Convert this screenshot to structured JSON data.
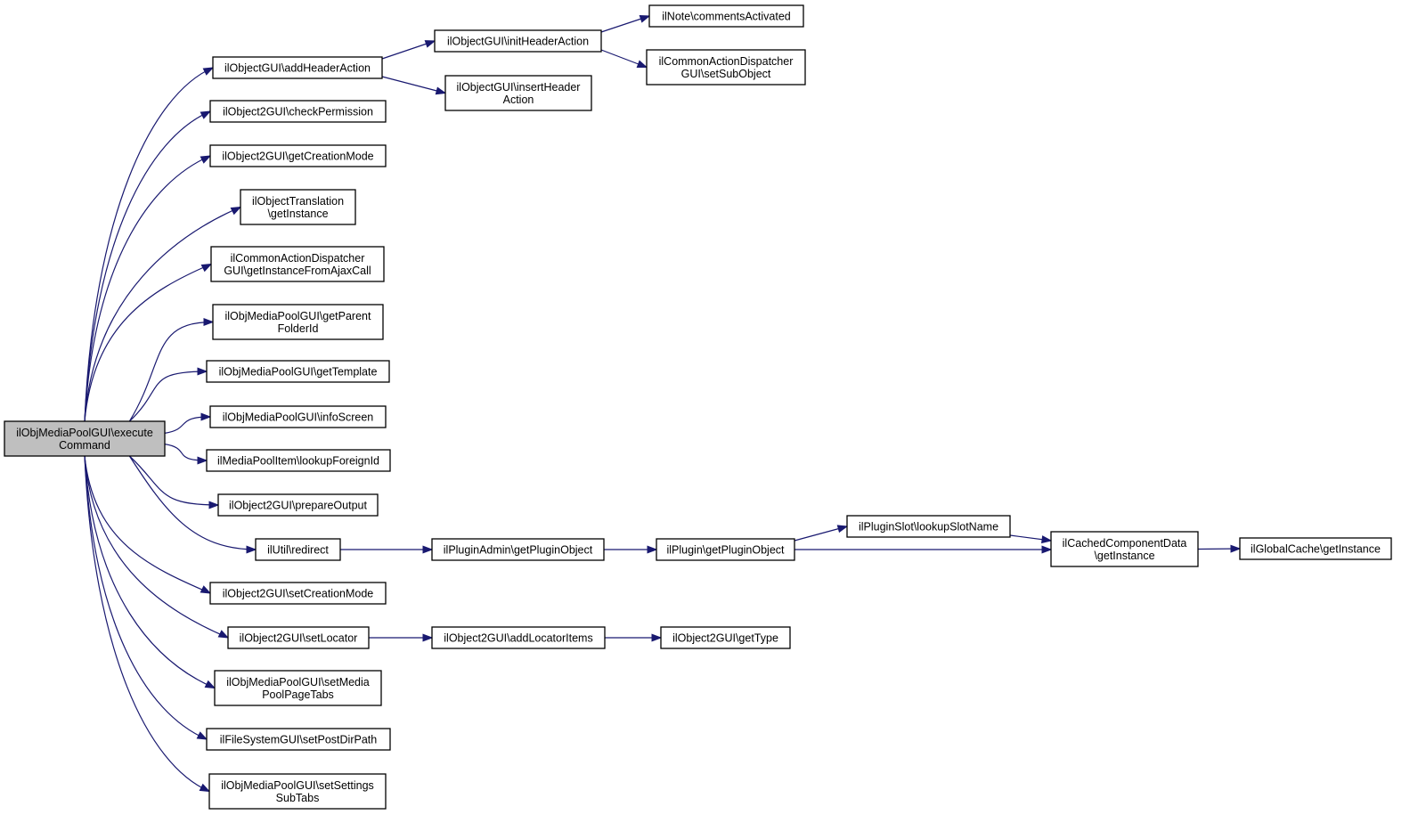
{
  "colors": {
    "edge": "#191970",
    "root_fill": "#bfbfbf",
    "node_fill": "#ffffff",
    "border": "#000000"
  },
  "nodes": [
    {
      "id": "root",
      "lines": [
        "ilObjMediaPoolGUI\\execute",
        "Command"
      ]
    },
    {
      "id": "addHeaderAction",
      "lines": [
        "ilObjectGUI\\addHeaderAction"
      ]
    },
    {
      "id": "checkPermission",
      "lines": [
        "ilObject2GUI\\checkPermission"
      ]
    },
    {
      "id": "getCreationMode",
      "lines": [
        "ilObject2GUI\\getCreationMode"
      ]
    },
    {
      "id": "translationGetInstance",
      "lines": [
        "ilObjectTranslation",
        "\\getInstance"
      ]
    },
    {
      "id": "getInstanceFromAjaxCall",
      "lines": [
        "ilCommonActionDispatcher",
        "GUI\\getInstanceFromAjaxCall"
      ]
    },
    {
      "id": "getParentFolderId",
      "lines": [
        "ilObjMediaPoolGUI\\getParent",
        "FolderId"
      ]
    },
    {
      "id": "getTemplate",
      "lines": [
        "ilObjMediaPoolGUI\\getTemplate"
      ]
    },
    {
      "id": "infoScreen",
      "lines": [
        "ilObjMediaPoolGUI\\infoScreen"
      ]
    },
    {
      "id": "lookupForeignId",
      "lines": [
        "ilMediaPoolItem\\lookupForeignId"
      ]
    },
    {
      "id": "prepareOutput",
      "lines": [
        "ilObject2GUI\\prepareOutput"
      ]
    },
    {
      "id": "redirect",
      "lines": [
        "ilUtil\\redirect"
      ]
    },
    {
      "id": "setCreationMode",
      "lines": [
        "ilObject2GUI\\setCreationMode"
      ]
    },
    {
      "id": "setLocator",
      "lines": [
        "ilObject2GUI\\setLocator"
      ]
    },
    {
      "id": "setMediaPoolPageTabs",
      "lines": [
        "ilObjMediaPoolGUI\\setMedia",
        "PoolPageTabs"
      ]
    },
    {
      "id": "setPostDirPath",
      "lines": [
        "ilFileSystemGUI\\setPostDirPath"
      ]
    },
    {
      "id": "setSettingsSubTabs",
      "lines": [
        "ilObjMediaPoolGUI\\setSettings",
        "SubTabs"
      ]
    },
    {
      "id": "initHeaderAction",
      "lines": [
        "ilObjectGUI\\initHeaderAction"
      ]
    },
    {
      "id": "insertHeaderAction",
      "lines": [
        "ilObjectGUI\\insertHeader",
        "Action"
      ]
    },
    {
      "id": "commentsActivated",
      "lines": [
        "ilNote\\commentsActivated"
      ]
    },
    {
      "id": "setSubObject",
      "lines": [
        "ilCommonActionDispatcher",
        "GUI\\setSubObject"
      ]
    },
    {
      "id": "adminGetPluginObject",
      "lines": [
        "ilPluginAdmin\\getPluginObject"
      ]
    },
    {
      "id": "pluginGetPluginObject",
      "lines": [
        "ilPlugin\\getPluginObject"
      ]
    },
    {
      "id": "lookupSlotName",
      "lines": [
        "ilPluginSlot\\lookupSlotName"
      ]
    },
    {
      "id": "cachedGetInstance",
      "lines": [
        "ilCachedComponentData",
        "\\getInstance"
      ]
    },
    {
      "id": "globalCacheGetInstance",
      "lines": [
        "ilGlobalCache\\getInstance"
      ]
    },
    {
      "id": "addLocatorItems",
      "lines": [
        "ilObject2GUI\\addLocatorItems"
      ]
    },
    {
      "id": "getType",
      "lines": [
        "ilObject2GUI\\getType"
      ]
    }
  ],
  "edges": [
    [
      "root",
      "addHeaderAction"
    ],
    [
      "root",
      "checkPermission"
    ],
    [
      "root",
      "getCreationMode"
    ],
    [
      "root",
      "translationGetInstance"
    ],
    [
      "root",
      "getInstanceFromAjaxCall"
    ],
    [
      "root",
      "getParentFolderId"
    ],
    [
      "root",
      "getTemplate"
    ],
    [
      "root",
      "infoScreen"
    ],
    [
      "root",
      "lookupForeignId"
    ],
    [
      "root",
      "prepareOutput"
    ],
    [
      "root",
      "redirect"
    ],
    [
      "root",
      "setCreationMode"
    ],
    [
      "root",
      "setLocator"
    ],
    [
      "root",
      "setMediaPoolPageTabs"
    ],
    [
      "root",
      "setPostDirPath"
    ],
    [
      "root",
      "setSettingsSubTabs"
    ],
    [
      "addHeaderAction",
      "initHeaderAction"
    ],
    [
      "addHeaderAction",
      "insertHeaderAction"
    ],
    [
      "initHeaderAction",
      "commentsActivated"
    ],
    [
      "initHeaderAction",
      "setSubObject"
    ],
    [
      "redirect",
      "adminGetPluginObject"
    ],
    [
      "adminGetPluginObject",
      "pluginGetPluginObject"
    ],
    [
      "pluginGetPluginObject",
      "lookupSlotName"
    ],
    [
      "pluginGetPluginObject",
      "cachedGetInstance"
    ],
    [
      "lookupSlotName",
      "cachedGetInstance"
    ],
    [
      "cachedGetInstance",
      "globalCacheGetInstance"
    ],
    [
      "setLocator",
      "addLocatorItems"
    ],
    [
      "addLocatorItems",
      "getType"
    ]
  ]
}
